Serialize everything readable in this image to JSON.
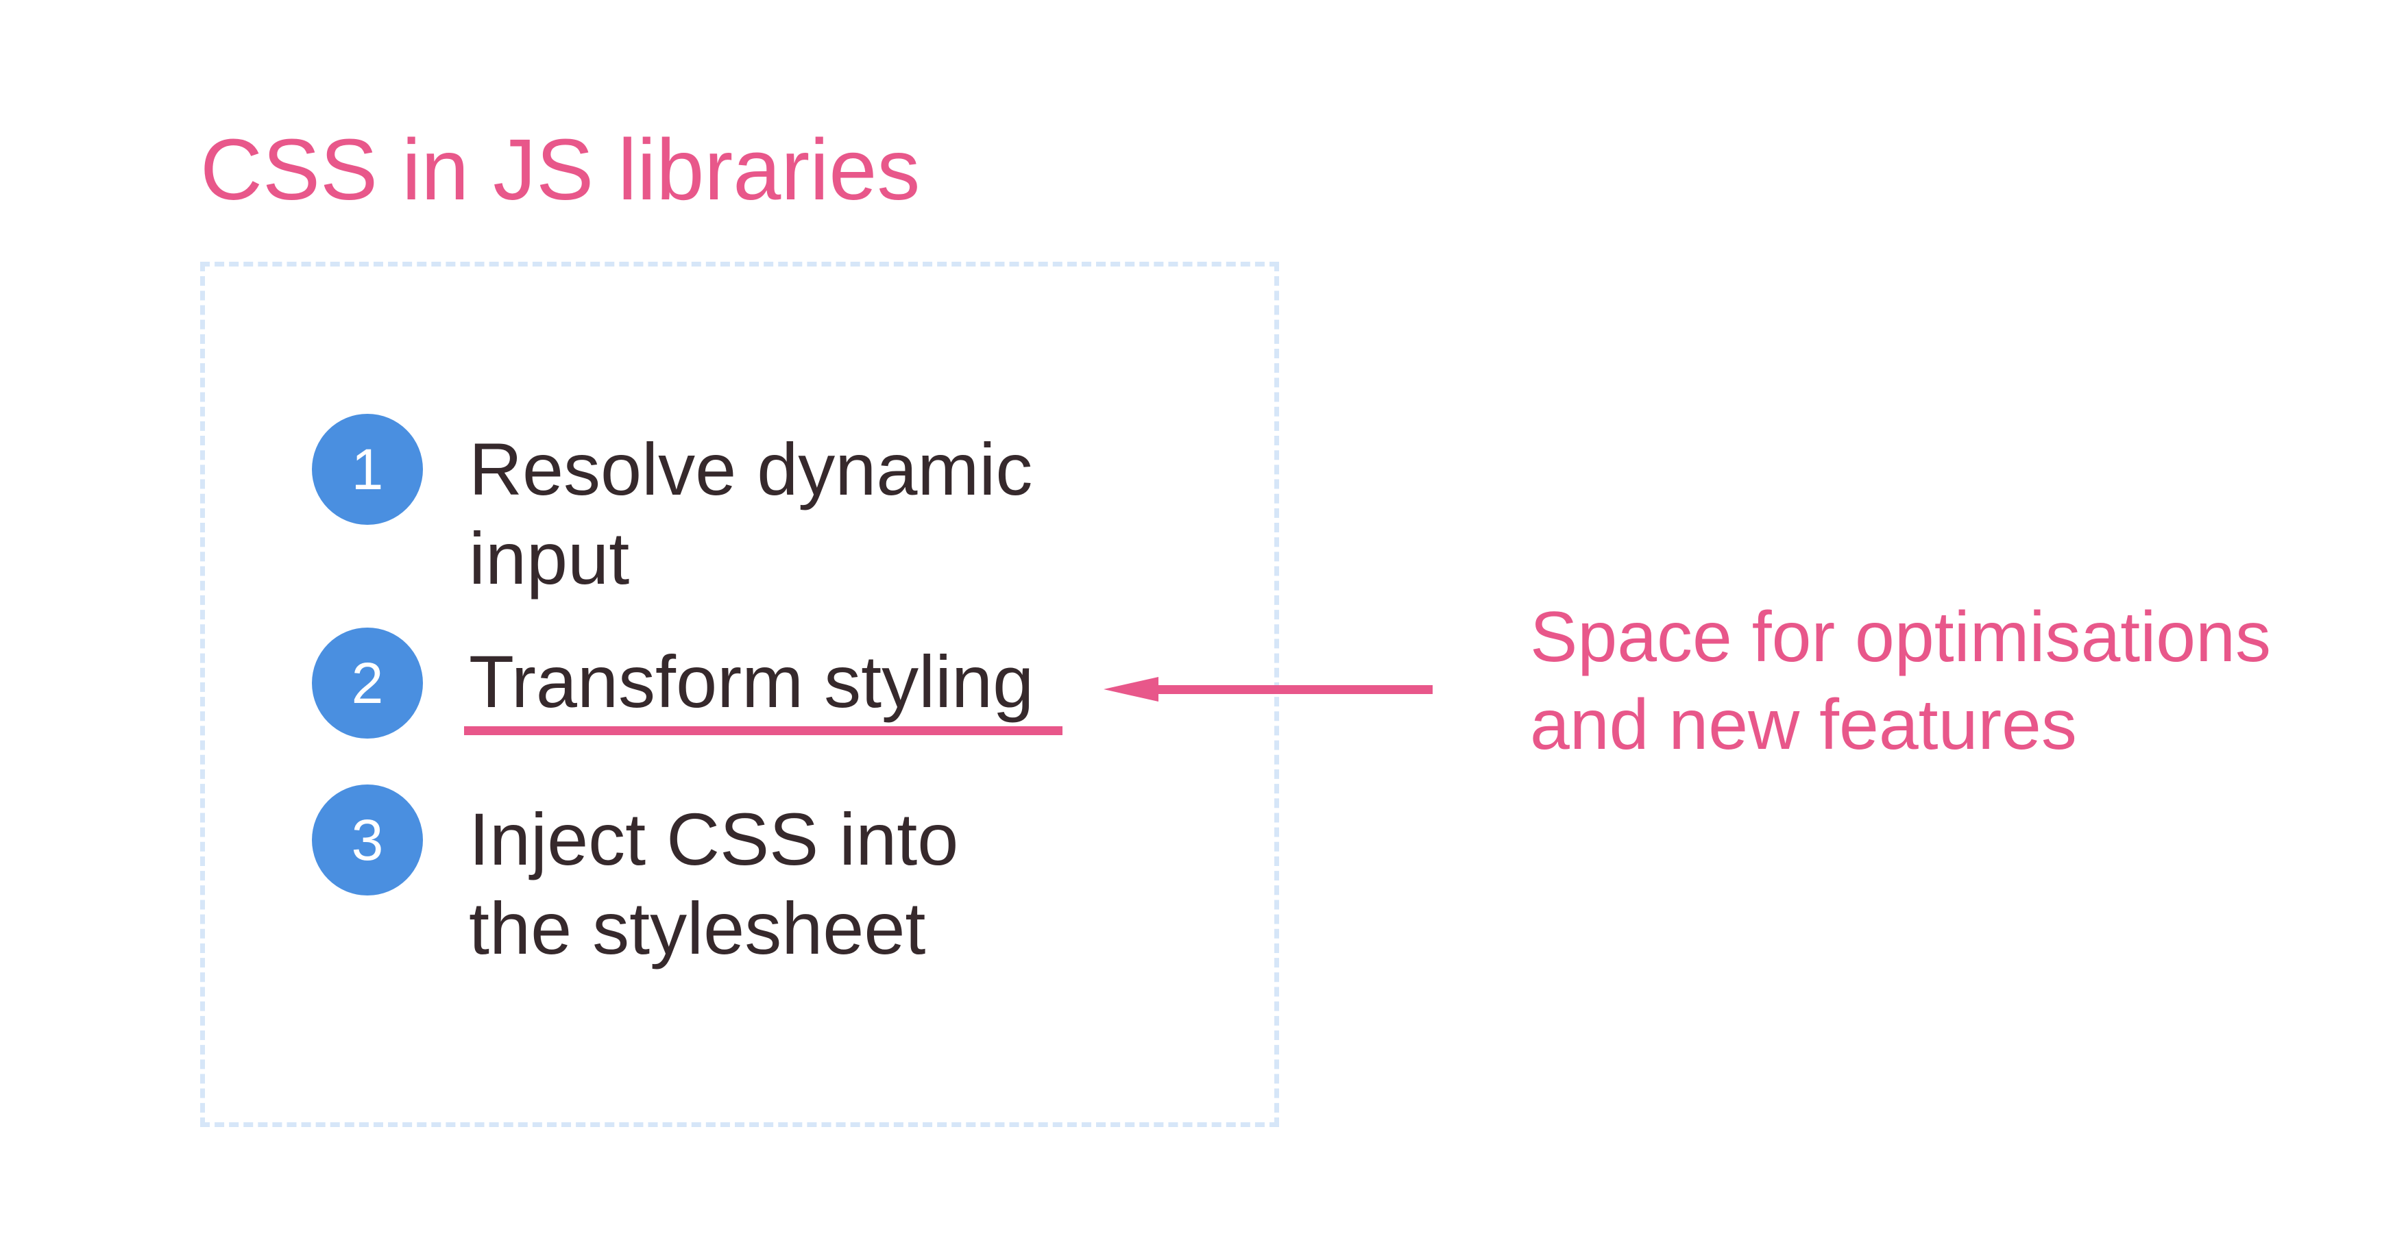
{
  "title": "CSS in JS libraries",
  "steps": [
    {
      "number": "1",
      "lines": [
        "Resolve dynamic",
        "input"
      ]
    },
    {
      "number": "2",
      "lines": [
        "Transform styling"
      ],
      "highlighted": true
    },
    {
      "number": "3",
      "lines": [
        "Inject CSS into",
        "the stylesheet"
      ]
    }
  ],
  "annotation": {
    "lines": [
      "Space for optimisations",
      "and new features"
    ]
  },
  "colors": {
    "accent": "#e8578a",
    "badge": "#4a8fe0",
    "text": "#36292c",
    "box_border": "#d6e6f8"
  },
  "icons": {
    "pointer": "arrow-left-icon"
  }
}
